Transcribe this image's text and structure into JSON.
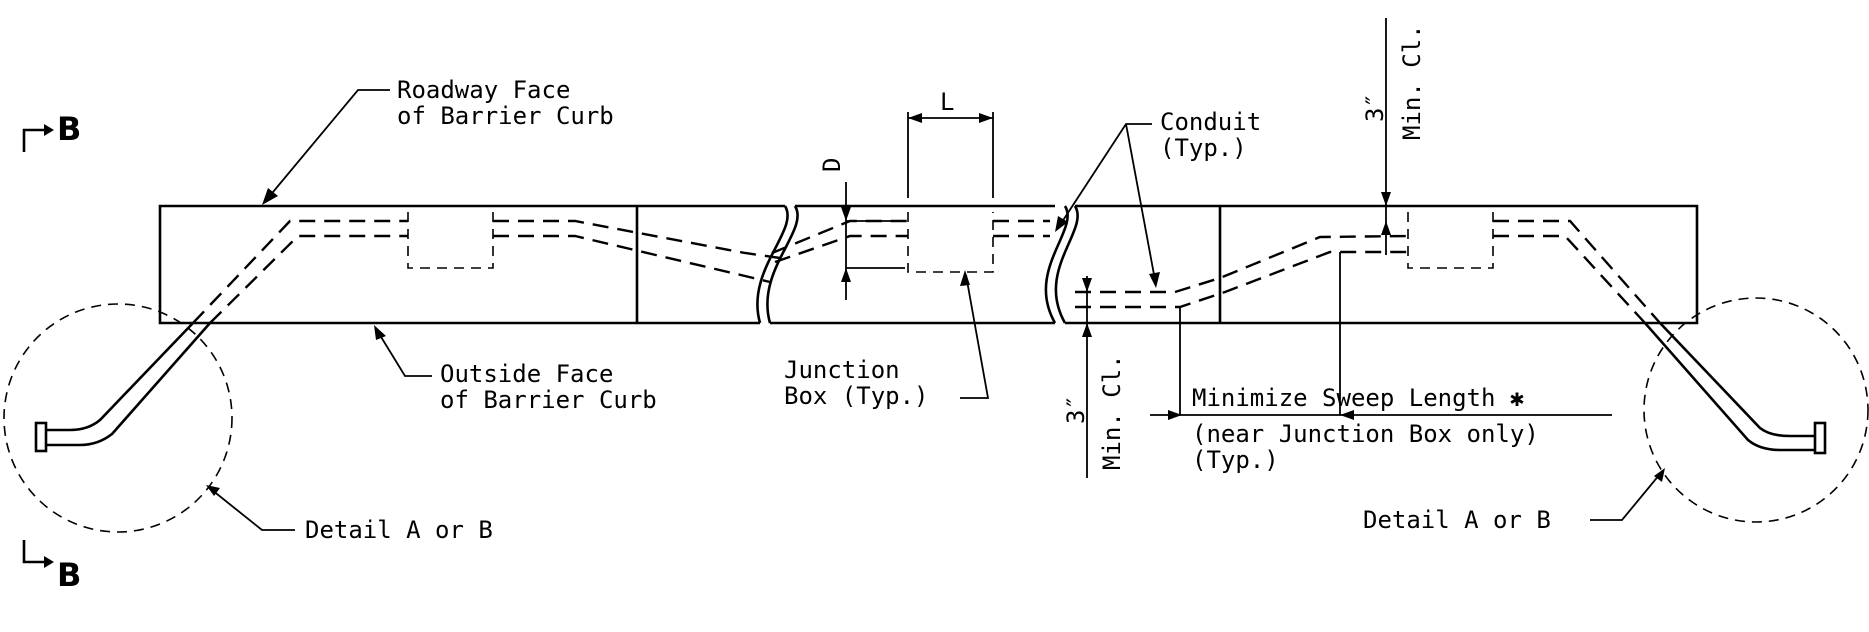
{
  "labels": {
    "roadway_face_line1": "Roadway Face",
    "roadway_face_line2": "of Barrier Curb",
    "outside_face_line1": "Outside Face",
    "outside_face_line2": "of Barrier Curb",
    "junction_box_line1": "Junction",
    "junction_box_line2": "Box (Typ.)",
    "conduit_line1": "Conduit",
    "conduit_line2": "(Typ.)",
    "dim_L": "L",
    "dim_D": "D",
    "clearance_top_value": "3″",
    "clearance_top_text": "Min. Cl.",
    "clearance_bottom_value": "3″",
    "clearance_bottom_text": "Min. Cl.",
    "sweep_line1": "Minimize Sweep Length ✱",
    "sweep_line2": "(near Junction Box only)",
    "sweep_line3": "(Typ.)",
    "detail_left": "Detail A or B",
    "detail_right": "Detail A or B",
    "section_top": "B",
    "section_bottom": "B"
  }
}
